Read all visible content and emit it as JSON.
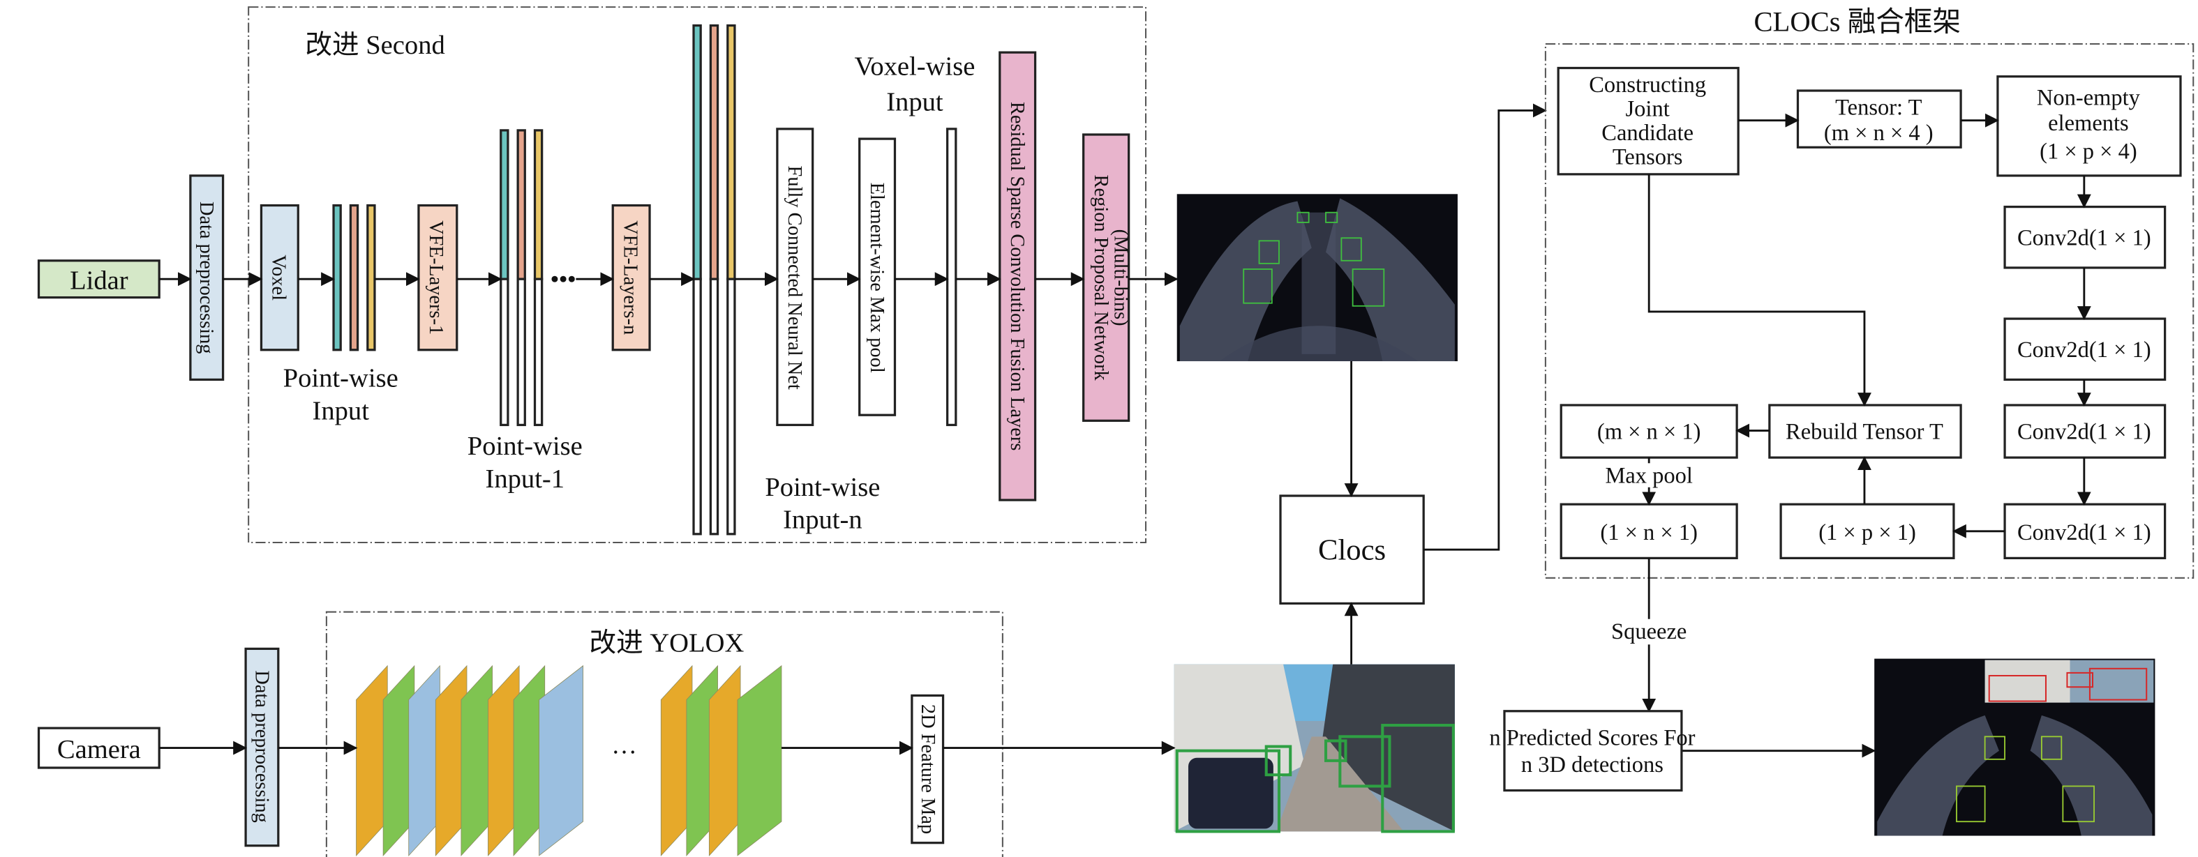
{
  "inputs": {
    "lidar": "Lidar",
    "camera": "Camera"
  },
  "second": {
    "title": "改进 Second",
    "data_preprocessing": "Data preprocessing",
    "voxel": "Voxel",
    "vfe_1": "VFE-Layers-1",
    "vfe_n": "VFE-Layers-n",
    "pointwise_input": [
      "Point-wise",
      "Input"
    ],
    "pointwise_input_1": [
      "Point-wise",
      "Input-1"
    ],
    "pointwise_input_n": [
      "Point-wise",
      "Input-n"
    ],
    "voxelwise_input": [
      "Voxel-wise",
      "Input"
    ],
    "fc": "Fully Connected Neural Net",
    "maxpool": "Element-wise Max pool",
    "residual": "Residual Sparse Convolution Fusion Layers",
    "rpn": [
      "Region Proposal Network",
      "(Multi-bins)"
    ],
    "layer_colors": {
      "voxel": "#d6e4ef",
      "teal": "#6cc4c0",
      "salmon": "#e4a48c",
      "yellow": "#e8c668",
      "vfe": "#f6d5c4",
      "residual": "#e8b4cc",
      "lidar": "#d5e8c8"
    }
  },
  "yolox": {
    "title": "改进 YOLOX",
    "data_preprocessing": "Data preprocessing",
    "ellipsis": "…",
    "feature_map": "2D Feature Map",
    "card_colors": {
      "orange": "#e6a92a",
      "green": "#7fc451",
      "blue": "#9bbfe0"
    }
  },
  "clocs": {
    "label": "Clocs"
  },
  "framework": {
    "title": "CLOCs 融合框架",
    "constructing": [
      "Constructing",
      "Joint",
      "Candidate",
      "Tensors"
    ],
    "tensor": [
      "Tensor: T",
      "(m × n × 4 )"
    ],
    "non_empty": [
      "Non-empty",
      "elements",
      "(1 × p × 4)"
    ],
    "conv": [
      "Conv2d(1 × 1)",
      "Conv2d(1 × 1)",
      "Conv2d(1 × 1)",
      "Conv2d(1 × 1)"
    ],
    "rebuild": "Rebuild Tensor T",
    "mn1": "(m × n × 1)",
    "n1": "(1 × n × 1)",
    "p1": "(1 × p × 1)",
    "max_pool": "Max pool",
    "squeeze": "Squeeze",
    "predicted": [
      "n Predicted Scores For",
      "n 3D detections"
    ]
  }
}
